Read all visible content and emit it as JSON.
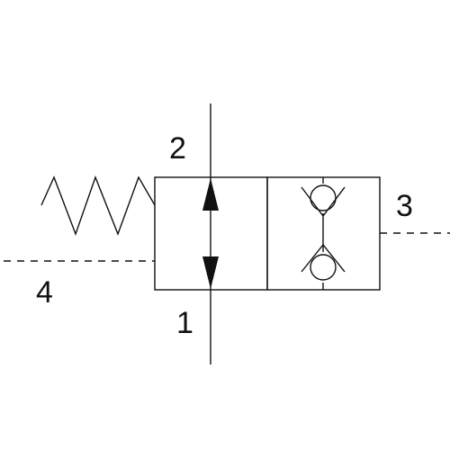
{
  "ports": {
    "port_1": "1",
    "port_2": "2",
    "port_3": "3",
    "port_4": "4"
  },
  "colors": {
    "line": "#111111",
    "background": "#ffffff"
  },
  "symbol": {
    "left_envelope": "bidirectional-flow-arrow",
    "right_envelope": "two-check-valves",
    "actuator": "spring",
    "pilot_lines": "dashed"
  }
}
